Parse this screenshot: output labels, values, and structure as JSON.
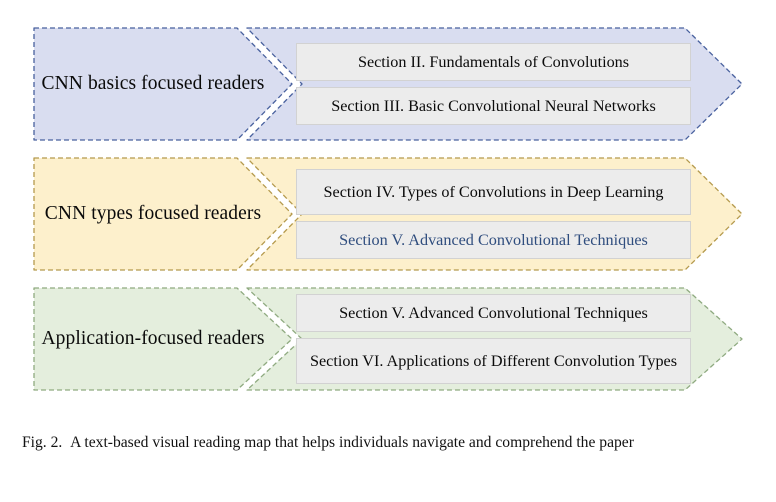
{
  "figure": {
    "caption_label": "Fig. 2.",
    "caption_text": "A text-based visual reading map that helps individuals navigate and comprehend the paper",
    "caption_full": "Fig. 2.  A text-based visual reading map that helps individuals navigate and comprehend the paper"
  },
  "colors": {
    "blue_fill": "#d9ddf0",
    "blue_stroke": "#49619e",
    "yellow_fill": "#fdf0cc",
    "yellow_stroke": "#b59a4d",
    "green_fill": "#e4eedd",
    "green_stroke": "#8faa80",
    "box_fill": "#ececec",
    "box_stroke": "#d2d2d2",
    "text": "#0b0b0b",
    "link_text": "#2f4d7e",
    "page_background": "#ffffff"
  },
  "groups": [
    {
      "id": "cnn-basics",
      "label": "CNN basics focused readers",
      "label_line1": "CNN basics focused",
      "label_line2": "readers",
      "fill": "#d9ddf0",
      "stroke": "#49619e",
      "sections": [
        {
          "text": "Section II. Fundamentals of Convolutions",
          "lines": 1,
          "highlighted": false
        },
        {
          "text": "Section III. Basic Convolutional Neural Networks",
          "lines": 1,
          "highlighted": false
        }
      ]
    },
    {
      "id": "cnn-types",
      "label": "CNN types focused readers",
      "label_line1": "CNN types focused",
      "label_line2": "readers",
      "fill": "#fdf0cc",
      "stroke": "#b59a4d",
      "sections": [
        {
          "text": "Section IV. Types of Convolutions in Deep Learning",
          "lines": 2,
          "highlighted": false
        },
        {
          "text": "Section V. Advanced Convolutional Techniques",
          "lines": 1,
          "highlighted": true
        }
      ]
    },
    {
      "id": "application-focused",
      "label": "Application-focused readers",
      "label_line1": "Application-focused",
      "label_line2": "readers",
      "fill": "#e4eedd",
      "stroke": "#8faa80",
      "sections": [
        {
          "text": "Section V. Advanced Convolutional Techniques",
          "lines": 1,
          "highlighted": false
        },
        {
          "text": "Section VI. Applications of Different Convolution Types",
          "lines": 2,
          "highlighted": false
        }
      ]
    }
  ]
}
